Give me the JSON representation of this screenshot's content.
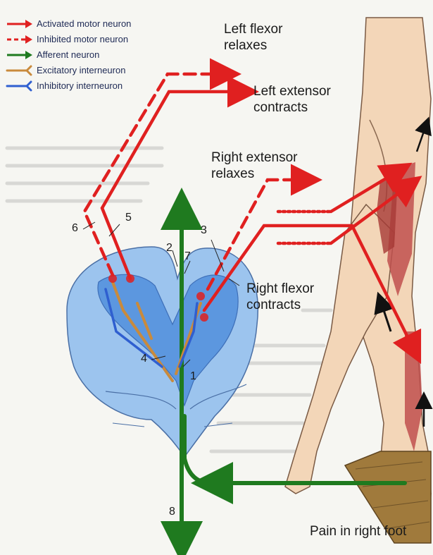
{
  "legend": {
    "items": [
      {
        "label": "Activated motor neuron",
        "color": "#e02020",
        "style": "solid-arrow"
      },
      {
        "label": "Inhibited motor neuron",
        "color": "#e02020",
        "style": "dashed-arrow"
      },
      {
        "label": "Afferent neuron",
        "color": "#1f7a1f",
        "style": "solid-arrow"
      },
      {
        "label": "Excitatory interneuron",
        "color": "#c98a3c",
        "style": "fork"
      },
      {
        "label": "Inhibitory interneuron",
        "color": "#2f5fd0",
        "style": "fork"
      }
    ]
  },
  "labels": {
    "left_flexor_1": "Left flexor",
    "left_flexor_2": "relaxes",
    "left_extensor_1": "Left extensor",
    "left_extensor_2": "contracts",
    "right_extensor_1": "Right extensor",
    "right_extensor_2": "relaxes",
    "right_flexor_1": "Right flexor",
    "right_flexor_2": "contracts",
    "pain": "Pain in right foot"
  },
  "numbers": [
    "1",
    "2",
    "3",
    "4",
    "5",
    "6",
    "7",
    "8"
  ],
  "colors": {
    "activated": "#e02020",
    "afferent": "#1f7a1f",
    "excitatory": "#c98a3c",
    "inhibitory": "#2f5fd0",
    "cord": "#9cc4ee",
    "cord_inner": "#5c97df",
    "skin": "#f3d6b8",
    "muscle": "#c0504d",
    "board": "#a07a3c"
  }
}
